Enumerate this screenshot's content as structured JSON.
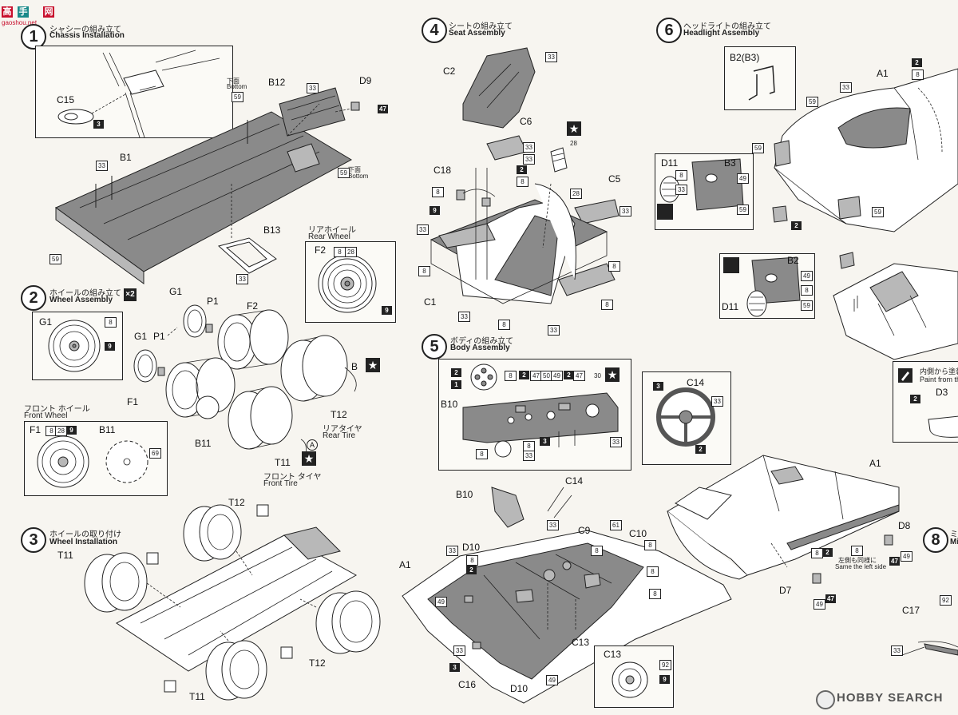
{
  "watermark": {
    "logo_chars": [
      "高",
      "手",
      "网"
    ],
    "site": "gaoshou.net",
    "hobby_search": "HOBBY SEARCH"
  },
  "steps": [
    {
      "num": "1",
      "jp": "シャシーの組み立て",
      "en": "Chassis Installation"
    },
    {
      "num": "2",
      "jp": "ホイールの組み立て",
      "en": "Wheel Assembly",
      "multiplier": "×2"
    },
    {
      "num": "3",
      "jp": "ホイールの取り付け",
      "en": "Wheel Installation"
    },
    {
      "num": "4",
      "jp": "シートの組み立て",
      "en": "Seat Assembly"
    },
    {
      "num": "5",
      "jp": "ボディの組み立て",
      "en": "Body Assembly"
    },
    {
      "num": "6",
      "jp": "ヘッドライトの組み立て",
      "en": "Headlight Assembly"
    },
    {
      "num": "8",
      "jp": "ミラ",
      "en": "Mi"
    }
  ],
  "labels": {
    "rear_wheel_jp": "リアホイール",
    "rear_wheel_en": "Rear Wheel",
    "front_wheel_jp": "フロント ホイール",
    "front_wheel_en": "Front Wheel",
    "rear_tire_jp": "リアタイヤ",
    "rear_tire_en": "Rear Tire",
    "front_tire_jp": "フロント タイヤ",
    "front_tire_en": "Front Tire",
    "bottom_jp": "下面",
    "bottom_en": "Bottom",
    "same_left_jp": "左側も同様に",
    "same_left_en": "Same the left side",
    "paint_inside_jp": "内側から塗装",
    "paint_inside_en": "Paint from the"
  },
  "parts": {
    "c15": "C15",
    "b12": "B12",
    "d9": "D9",
    "b1": "B1",
    "b13": "B13",
    "f2": "F2",
    "g1": "G1",
    "p1": "P1",
    "f1": "F1",
    "b11": "B11",
    "t12": "T12",
    "t11": "T11",
    "a_mark": "A",
    "b_mark": "B",
    "c2": "C2",
    "c6": "C6",
    "c18": "C18",
    "c5": "C5",
    "c1": "C1",
    "b10": "B10",
    "c14": "C14",
    "a1": "A1",
    "d10": "D10",
    "c9": "C9",
    "c10": "C10",
    "c13": "C13",
    "c16": "C16",
    "d7": "D7",
    "d8": "D8",
    "b2b3": "B2(B3)",
    "d11": "D11",
    "b3": "B3",
    "b2": "B2",
    "d3": "D3",
    "c17": "C17"
  },
  "paint_codes": {
    "c33": "33",
    "c59": "59",
    "c47": "47",
    "c3": "3",
    "c8": "8",
    "c28": "28",
    "c9": "9",
    "c2": "2",
    "c1": "1",
    "c69": "69",
    "c49": "49",
    "c50": "50",
    "c30": "30",
    "c61": "61",
    "c92": "92"
  },
  "colors": {
    "ink": "#222222",
    "paper": "#f7f5f0",
    "part_gray": "#8a8a8a",
    "logo_red": "#c8102e",
    "logo_teal": "#1a8a8a"
  }
}
